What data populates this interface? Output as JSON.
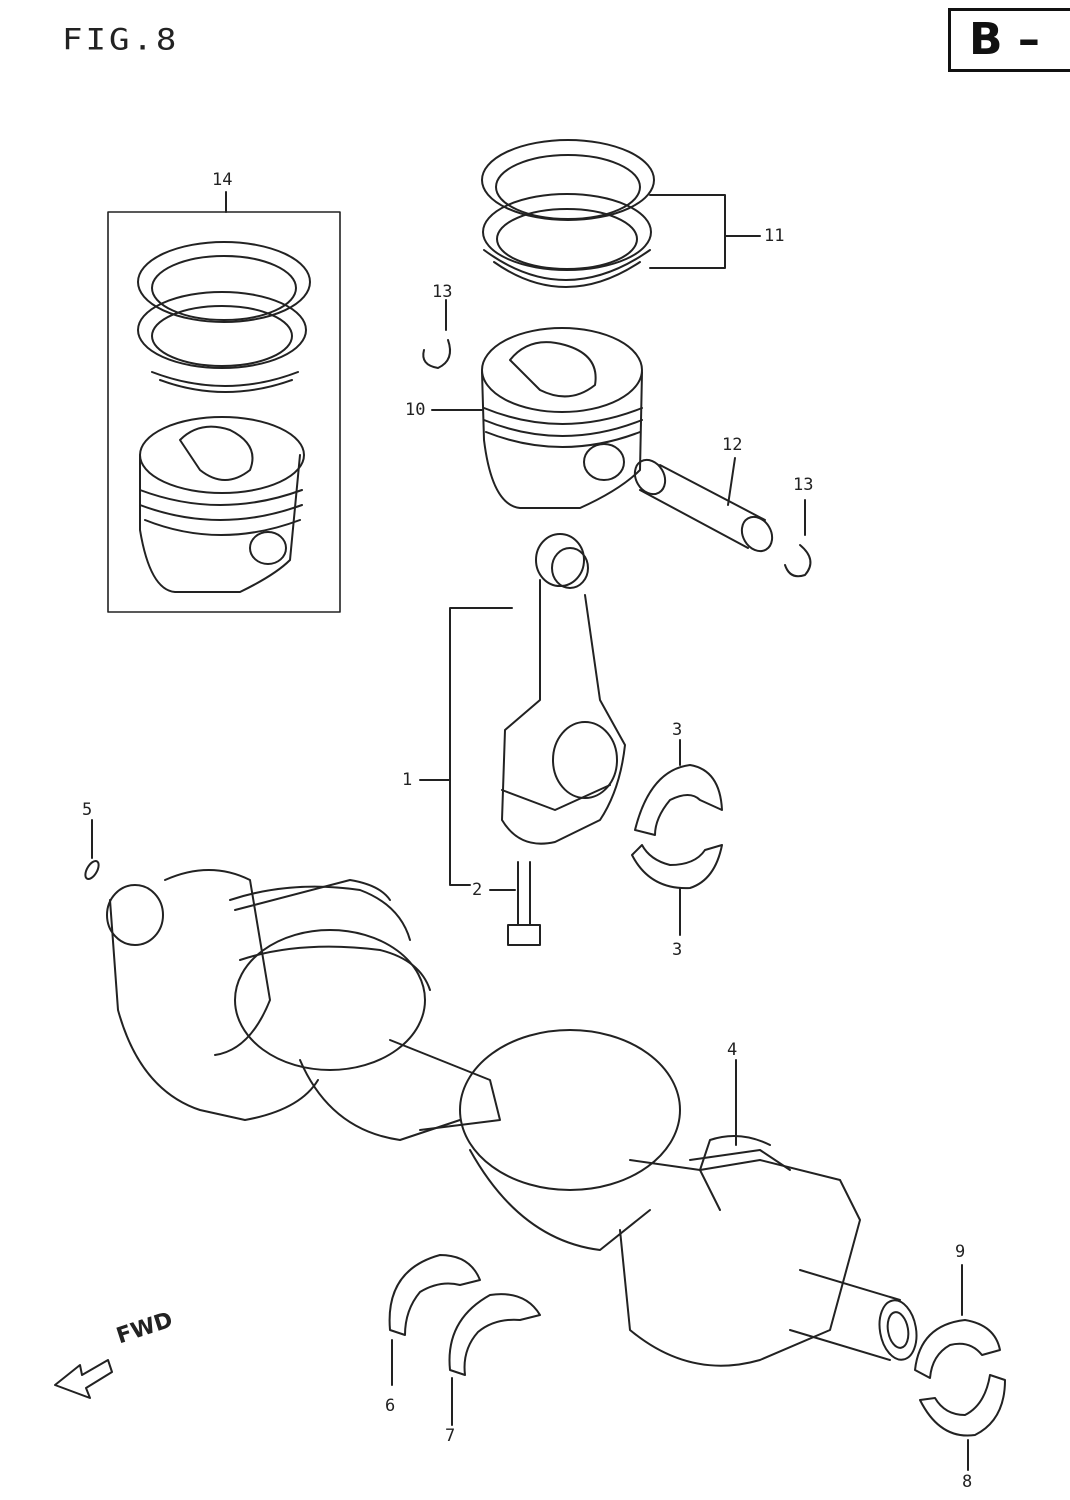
{
  "figure": {
    "title": "FIG.8",
    "section_label": "B –",
    "direction_label": "FWD"
  },
  "callouts": [
    {
      "id": "c1",
      "label": "1"
    },
    {
      "id": "c2",
      "label": "2"
    },
    {
      "id": "c3a",
      "label": "3"
    },
    {
      "id": "c3b",
      "label": "3"
    },
    {
      "id": "c4",
      "label": "4"
    },
    {
      "id": "c5",
      "label": "5"
    },
    {
      "id": "c6",
      "label": "6"
    },
    {
      "id": "c7",
      "label": "7"
    },
    {
      "id": "c8",
      "label": "8"
    },
    {
      "id": "c9",
      "label": "9"
    },
    {
      "id": "c10",
      "label": "10"
    },
    {
      "id": "c11",
      "label": "11"
    },
    {
      "id": "c12",
      "label": "12"
    },
    {
      "id": "c13a",
      "label": "13"
    },
    {
      "id": "c13b",
      "label": "13"
    },
    {
      "id": "c14",
      "label": "14"
    }
  ],
  "colors": {
    "ink": "#222222",
    "paper": "#ffffff"
  }
}
